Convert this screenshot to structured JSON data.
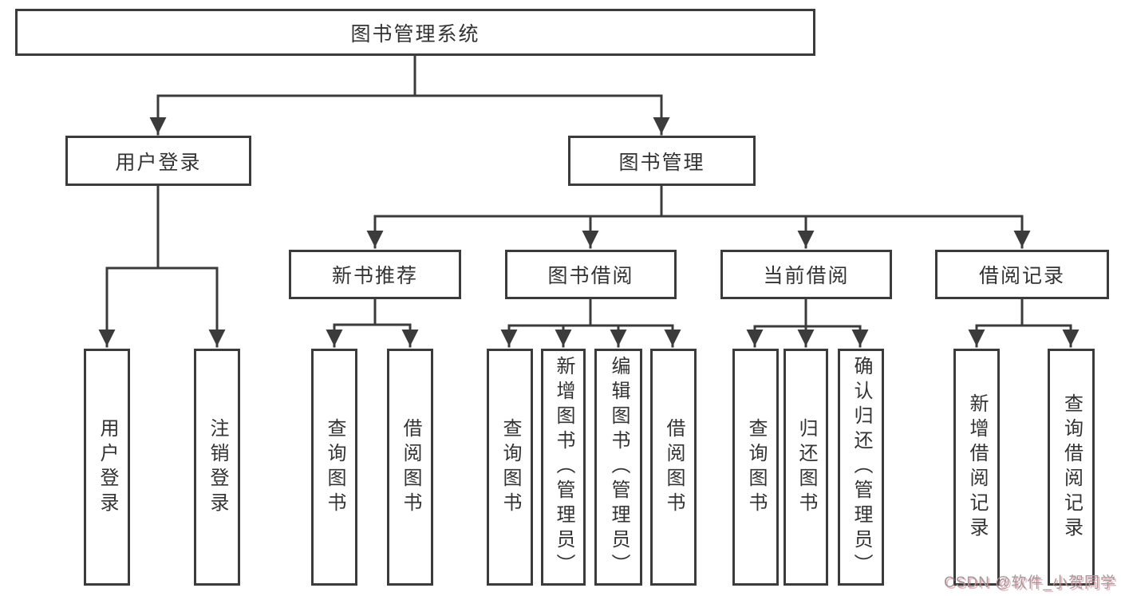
{
  "diagram": {
    "title": "图书管理系统",
    "level2": [
      {
        "label": "用户登录",
        "leaves": [
          {
            "label": "用户登录"
          },
          {
            "label": "注销登录"
          }
        ]
      },
      {
        "label": "图书管理",
        "groups": [
          {
            "label": "新书推荐",
            "leaves": [
              {
                "label": "查询图书"
              },
              {
                "label": "借阅图书"
              }
            ]
          },
          {
            "label": "图书借阅",
            "leaves": [
              {
                "label": "查询图书"
              },
              {
                "label": "新增图书（管理员）"
              },
              {
                "label": "编辑图书（管理员）"
              },
              {
                "label": "借阅图书"
              }
            ]
          },
          {
            "label": "当前借阅",
            "leaves": [
              {
                "label": "查询图书"
              },
              {
                "label": "归还图书"
              },
              {
                "label": "确认归还（管理员）"
              }
            ]
          },
          {
            "label": "借阅记录",
            "leaves": [
              {
                "label": "新增借阅记录"
              },
              {
                "label": "查询借阅记录"
              }
            ]
          }
        ]
      }
    ]
  },
  "watermark": "CSDN @软件_小贺同学",
  "colors": {
    "line": "#3b3b3b",
    "box_border": "#3b3b3b",
    "text": "#333333",
    "watermark_gray": "#9c9c9c",
    "watermark_red": "#e9536b"
  }
}
